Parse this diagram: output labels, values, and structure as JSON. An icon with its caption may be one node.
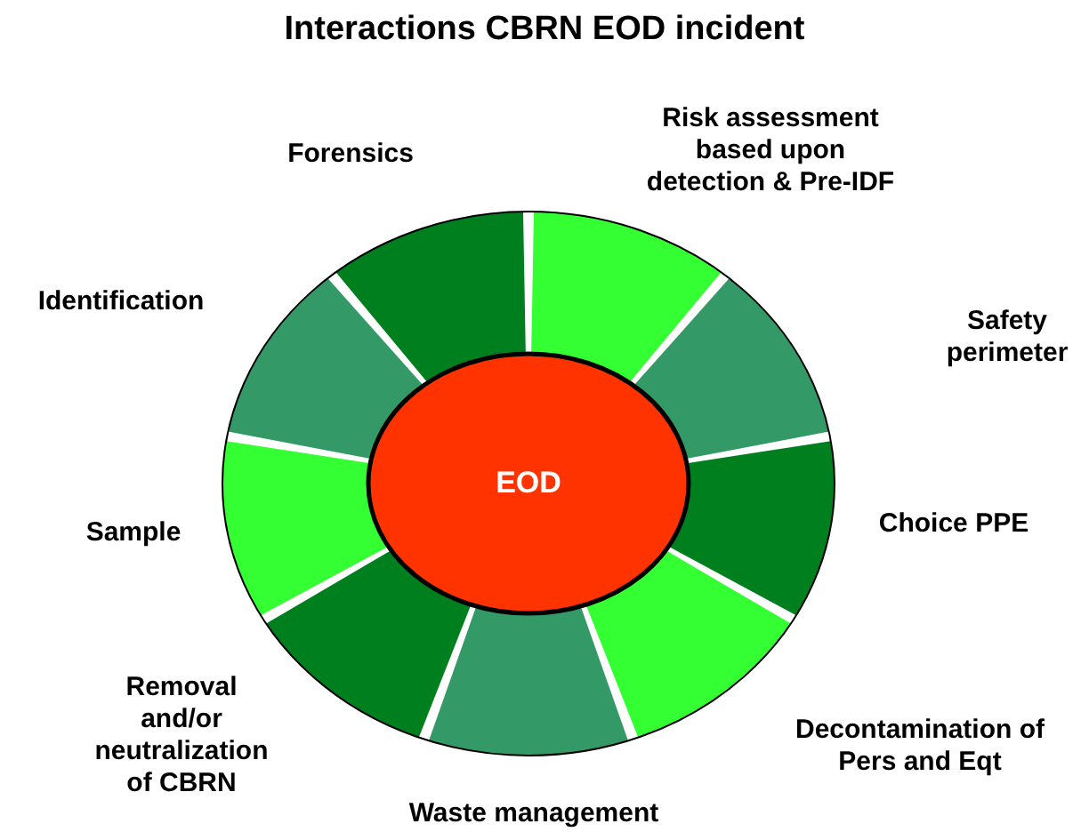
{
  "diagram": {
    "title": "Interactions CBRN EOD incident",
    "nodes": [
      {
        "text": [
          "EOD"
        ]
      },
      {
        "text": [
          "Risk assessment based upon detection & Pre-IDF"
        ]
      },
      {
        "text": [
          "Safety perimeter"
        ]
      },
      {
        "text": [
          "Choice PPE"
        ]
      },
      {
        "text": [
          "Decontamination of Pers and Eqt"
        ]
      },
      {
        "text": [
          "Waste management"
        ]
      },
      {
        "text": [
          "Removal and/or neutralization of CBRN"
        ]
      },
      {
        "text": [
          "Sample"
        ]
      },
      {
        "text": [
          "Identification"
        ]
      },
      {
        "text": [
          "Forensics"
        ]
      }
    ]
  }
}
